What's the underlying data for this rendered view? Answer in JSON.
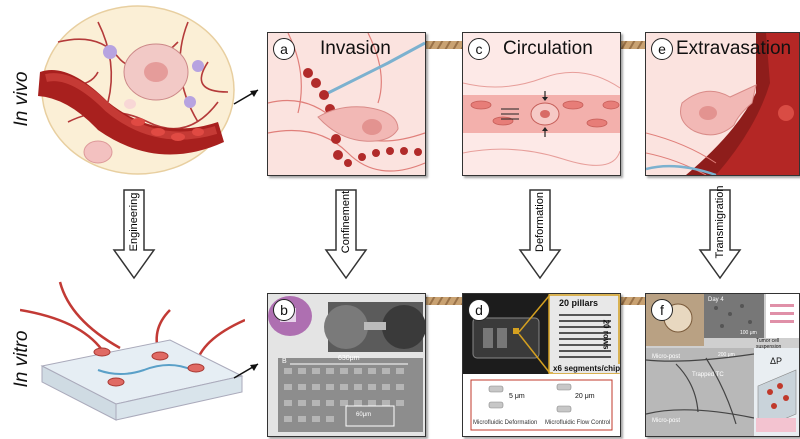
{
  "rows": {
    "top": "In vivo",
    "bottom": "In vitro"
  },
  "panels": {
    "a": {
      "letter": "a",
      "title": "Invasion"
    },
    "b": {
      "letter": "b",
      "scale": "630μm",
      "inset": "60μm",
      "corner": "B"
    },
    "c": {
      "letter": "c",
      "title": "Circulation"
    },
    "d": {
      "letter": "d",
      "pillars": "20 pillars",
      "rows": "20 rows",
      "segments": "x6 segments/chip",
      "gap1": "5 μm",
      "gap2": "20 μm",
      "mode1": "Microfluidic Deformation",
      "mode2": "Microfluidic Flow Control"
    },
    "e": {
      "letter": "e",
      "title": "Extravasation"
    },
    "f": {
      "letter": "f",
      "tumor": "Tumor cell suspension",
      "dp": "ΔP",
      "micropost1": "Micro-post",
      "micropost2": "Micro-post",
      "trapped": "Trapped TC",
      "day": "Day 4",
      "scale": "100 μm",
      "scale2": "200 μm"
    }
  },
  "arrows": {
    "engineering": "Engineering",
    "confinement": "Confinement",
    "deformation": "Deformation",
    "transmigration": "Transmigration"
  },
  "colors": {
    "rope": "#c9a272",
    "vessel": "#c0392b",
    "tissue": "#f6c9c4",
    "tumor": "#f2b8b5"
  }
}
